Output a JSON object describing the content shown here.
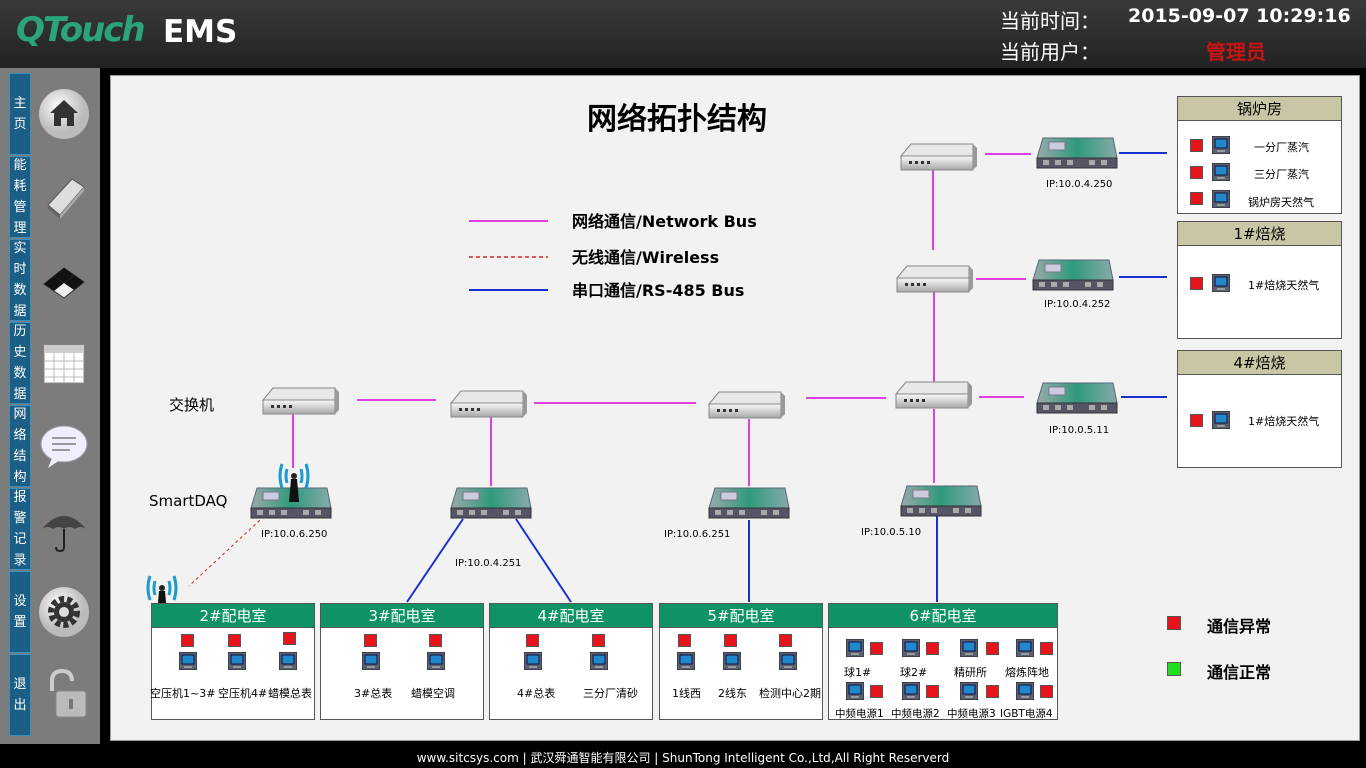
{
  "header": {
    "logo": "QTouch",
    "product": "EMS",
    "time_label": "当前时间：",
    "time_value": "2015-09-07 10:29:16",
    "user_label": "当前用户：",
    "user_value": "管理员"
  },
  "sidebar": {
    "items": [
      {
        "label": "主页",
        "icon": "home-icon"
      },
      {
        "label": "能耗管理",
        "icon": "book-icon"
      },
      {
        "label": "实时数据",
        "icon": "checker-icon"
      },
      {
        "label": "历史数据",
        "icon": "calendar-icon"
      },
      {
        "label": "网络结构",
        "icon": "chat-icon"
      },
      {
        "label": "报警记录",
        "icon": "umbrella-icon"
      },
      {
        "label": "设置",
        "icon": "gear-icon"
      },
      {
        "label": "退出",
        "icon": "unlock-icon"
      }
    ]
  },
  "diagram": {
    "title": "网络拓扑结构",
    "legend": [
      {
        "label": "网络通信/Network Bus",
        "color": "#e040e0",
        "style": "solid"
      },
      {
        "label": "无线通信/Wireless",
        "color": "#e02020",
        "style": "dashed"
      },
      {
        "label": "串口通信/RS-485 Bus",
        "color": "#1a2fd0",
        "style": "solid"
      }
    ],
    "switch_label": "交换机",
    "daq_label": "SmartDAQ",
    "ips": [
      "IP:10.0.6.250",
      "IP:10.0.4.251",
      "IP:10.0.6.251",
      "IP:10.0.5.10",
      "IP:10.0.4.250",
      "IP:10.0.4.252",
      "IP:10.0.5.11"
    ],
    "rooms": [
      {
        "title": "2#配电室",
        "items": [
          "空压机1~3#",
          "空压机4#",
          "蜡模总表"
        ]
      },
      {
        "title": "3#配电室",
        "items": [
          "3#总表",
          "蜡模空调"
        ]
      },
      {
        "title": "4#配电室",
        "items": [
          "4#总表",
          "三分厂清砂"
        ]
      },
      {
        "title": "5#配电室",
        "items": [
          "1线西",
          "2线东",
          "检测中心2期"
        ]
      },
      {
        "title": "6#配电室",
        "items": [
          "球1#",
          "球2#",
          "精研所",
          "熔炼阵地",
          "中频电源1",
          "中频电源2",
          "中频电源3",
          "IGBT电源4"
        ]
      }
    ],
    "panels": [
      {
        "title": "锅炉房",
        "items": [
          "一分厂蒸汽",
          "三分厂蒸汽",
          "锅炉房天然气"
        ]
      },
      {
        "title": "1#焙烧",
        "items": [
          "1#焙烧天然气"
        ]
      },
      {
        "title": "4#焙烧",
        "items": [
          "1#焙烧天然气"
        ]
      }
    ],
    "status_legend": [
      {
        "label": "通信异常",
        "color": "#e8141b"
      },
      {
        "label": "通信正常",
        "color": "#22dd22"
      }
    ]
  },
  "footer": {
    "text": "www.sitcsys.com | 武汉舜通智能有限公司 | ShunTong Intelligent Co.,Ltd,All Right Reserverd"
  }
}
